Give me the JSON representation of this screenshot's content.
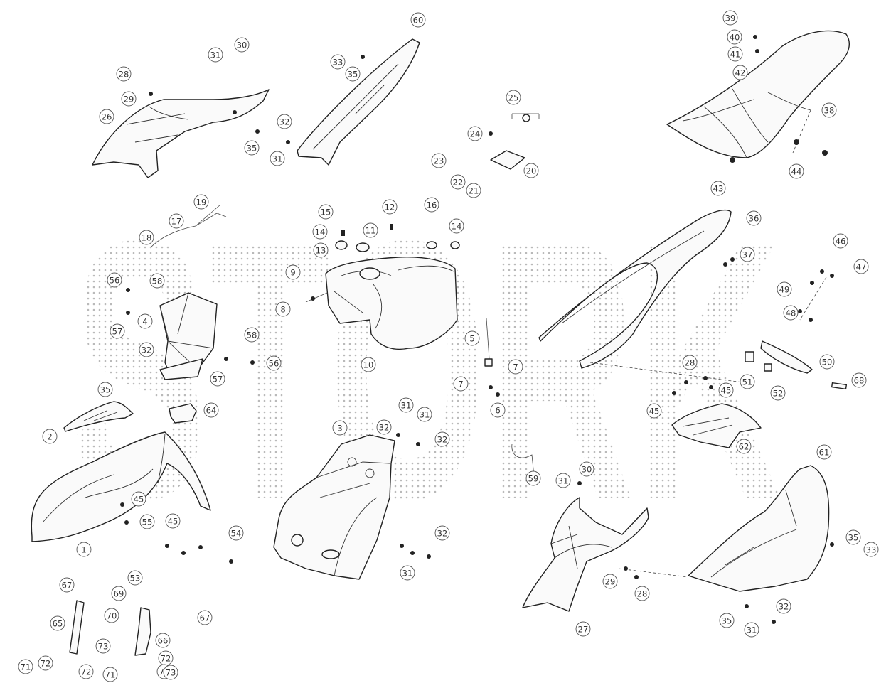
{
  "watermark": "STORK",
  "callouts": [
    {
      "id": "1",
      "label": "1"
    },
    {
      "id": "2",
      "label": "2"
    },
    {
      "id": "3",
      "label": "3"
    },
    {
      "id": "4",
      "label": "4"
    },
    {
      "id": "5",
      "label": "5"
    },
    {
      "id": "6",
      "label": "6"
    },
    {
      "id": "7a",
      "label": "7"
    },
    {
      "id": "7b",
      "label": "7"
    },
    {
      "id": "8",
      "label": "8"
    },
    {
      "id": "9",
      "label": "9"
    },
    {
      "id": "10",
      "label": "10"
    },
    {
      "id": "11",
      "label": "11"
    },
    {
      "id": "12",
      "label": "12"
    },
    {
      "id": "13",
      "label": "13"
    },
    {
      "id": "14a",
      "label": "14"
    },
    {
      "id": "14b",
      "label": "14"
    },
    {
      "id": "15",
      "label": "15"
    },
    {
      "id": "16",
      "label": "16"
    },
    {
      "id": "17",
      "label": "17"
    },
    {
      "id": "18",
      "label": "18"
    },
    {
      "id": "19",
      "label": "19"
    },
    {
      "id": "20",
      "label": "20"
    },
    {
      "id": "21",
      "label": "21"
    },
    {
      "id": "22",
      "label": "22"
    },
    {
      "id": "23",
      "label": "23"
    },
    {
      "id": "24",
      "label": "24"
    },
    {
      "id": "25",
      "label": "25"
    },
    {
      "id": "26",
      "label": "26"
    },
    {
      "id": "27",
      "label": "27"
    },
    {
      "id": "28a",
      "label": "28"
    },
    {
      "id": "28b",
      "label": "28"
    },
    {
      "id": "28c",
      "label": "28"
    },
    {
      "id": "29a",
      "label": "29"
    },
    {
      "id": "29b",
      "label": "29"
    },
    {
      "id": "30a",
      "label": "30"
    },
    {
      "id": "30b",
      "label": "30"
    },
    {
      "id": "31a",
      "label": "31"
    },
    {
      "id": "31b",
      "label": "31"
    },
    {
      "id": "31c",
      "label": "31"
    },
    {
      "id": "31d",
      "label": "31"
    },
    {
      "id": "31e",
      "label": "31"
    },
    {
      "id": "31f",
      "label": "31"
    },
    {
      "id": "31g",
      "label": "31"
    },
    {
      "id": "32a",
      "label": "32"
    },
    {
      "id": "32b",
      "label": "32"
    },
    {
      "id": "32c",
      "label": "32"
    },
    {
      "id": "32d",
      "label": "32"
    },
    {
      "id": "32e",
      "label": "32"
    },
    {
      "id": "32f",
      "label": "32"
    },
    {
      "id": "33a",
      "label": "33"
    },
    {
      "id": "33b",
      "label": "33"
    },
    {
      "id": "35a",
      "label": "35"
    },
    {
      "id": "35b",
      "label": "35"
    },
    {
      "id": "35c",
      "label": "35"
    },
    {
      "id": "35d",
      "label": "35"
    },
    {
      "id": "35e",
      "label": "35"
    },
    {
      "id": "36",
      "label": "36"
    },
    {
      "id": "37",
      "label": "37"
    },
    {
      "id": "38",
      "label": "38"
    },
    {
      "id": "39",
      "label": "39"
    },
    {
      "id": "40",
      "label": "40"
    },
    {
      "id": "41",
      "label": "41"
    },
    {
      "id": "42",
      "label": "42"
    },
    {
      "id": "43",
      "label": "43"
    },
    {
      "id": "44",
      "label": "44"
    },
    {
      "id": "45a",
      "label": "45"
    },
    {
      "id": "45b",
      "label": "45"
    },
    {
      "id": "45c",
      "label": "45"
    },
    {
      "id": "45d",
      "label": "45"
    },
    {
      "id": "46",
      "label": "46"
    },
    {
      "id": "47",
      "label": "47"
    },
    {
      "id": "48",
      "label": "48"
    },
    {
      "id": "49",
      "label": "49"
    },
    {
      "id": "50",
      "label": "50"
    },
    {
      "id": "51",
      "label": "51"
    },
    {
      "id": "52",
      "label": "52"
    },
    {
      "id": "53",
      "label": "53"
    },
    {
      "id": "54",
      "label": "54"
    },
    {
      "id": "55",
      "label": "55"
    },
    {
      "id": "56a",
      "label": "56"
    },
    {
      "id": "56b",
      "label": "56"
    },
    {
      "id": "57a",
      "label": "57"
    },
    {
      "id": "57b",
      "label": "57"
    },
    {
      "id": "58a",
      "label": "58"
    },
    {
      "id": "58b",
      "label": "58"
    },
    {
      "id": "59",
      "label": "59"
    },
    {
      "id": "60",
      "label": "60"
    },
    {
      "id": "61",
      "label": "61"
    },
    {
      "id": "62",
      "label": "62"
    },
    {
      "id": "64",
      "label": "64"
    },
    {
      "id": "65",
      "label": "65"
    },
    {
      "id": "66",
      "label": "66"
    },
    {
      "id": "67a",
      "label": "67"
    },
    {
      "id": "67b",
      "label": "67"
    },
    {
      "id": "68",
      "label": "68"
    },
    {
      "id": "69",
      "label": "69"
    },
    {
      "id": "70",
      "label": "70"
    },
    {
      "id": "71a",
      "label": "71"
    },
    {
      "id": "71b",
      "label": "71"
    },
    {
      "id": "72a",
      "label": "72"
    },
    {
      "id": "72b",
      "label": "72"
    },
    {
      "id": "72c",
      "label": "72"
    },
    {
      "id": "72d",
      "label": "72"
    },
    {
      "id": "73a",
      "label": "73"
    },
    {
      "id": "73b",
      "label": "73"
    }
  ]
}
